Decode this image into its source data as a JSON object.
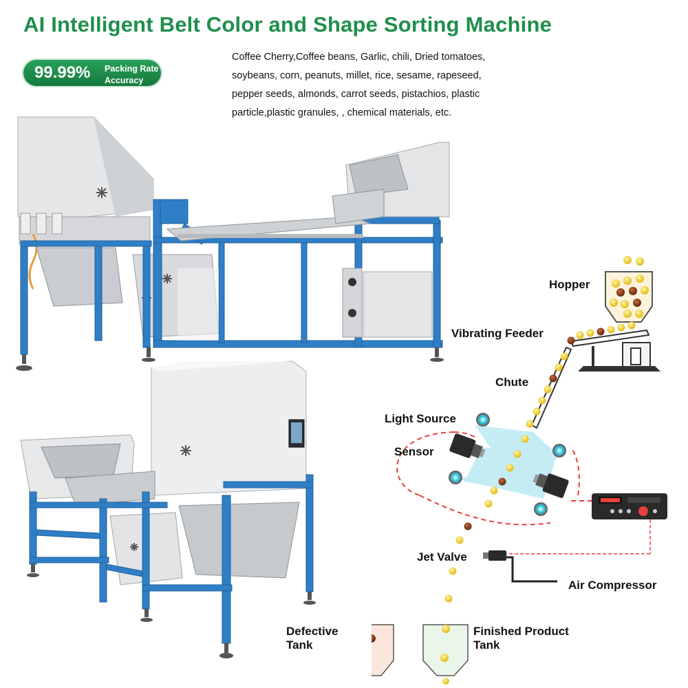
{
  "title": "AI Intelligent Belt Color and Shape Sorting Machine",
  "badge": {
    "percent": "99.99%",
    "line1": "Packing Rate",
    "line2": "Accuracy"
  },
  "materials": {
    "lines": [
      "Coffee Cherry,Coffee beans, Garlic, chili, Dried tomatoes,",
      "soybeans, corn, peanuts, millet, rice, sesame, rapeseed,",
      "pepper seeds, almonds, carrot seeds, pistachios, plastic",
      "particle,plastic granules, , chemical materials, etc."
    ]
  },
  "diagram": {
    "hopper": "Hopper",
    "vibrating_feeder": "Vibrating Feeder",
    "chute": "Chute",
    "light_source": "Light Source",
    "sensor": "Sensor",
    "jet_valve": "Jet Valve",
    "air_compressor": "Air Compressor",
    "defective_tank_line1": "Defective",
    "defective_tank_line2": "Tank",
    "finished_tank_line1": "Finished Product",
    "finished_tank_line2": "Tank"
  },
  "colors": {
    "title_green": "#1e8f4c",
    "frame_blue": "#2f7fc7",
    "good_product": "#f2cf1e",
    "defective_product": "#8a3a18",
    "signal_red": "#e8403a"
  }
}
